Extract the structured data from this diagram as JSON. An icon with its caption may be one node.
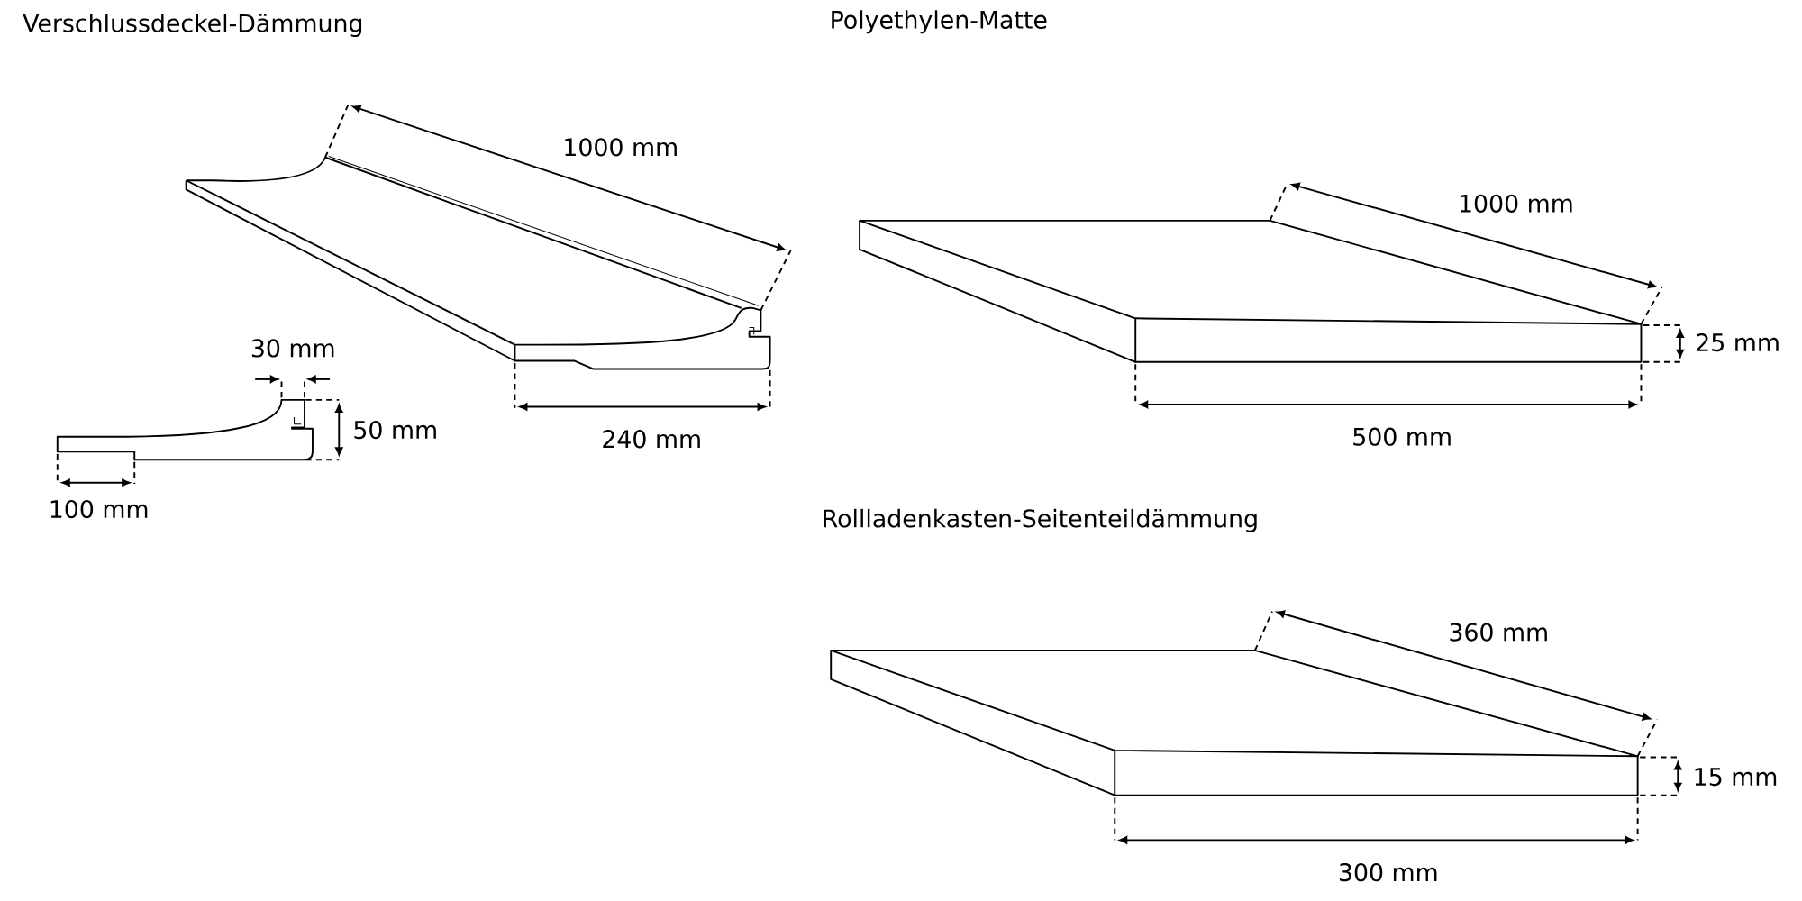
{
  "diagram": {
    "labels": [
      "Verschlussdeckel-Dämmung",
      "Polyethylen-Matte",
      "1000 mm",
      "1000 mm",
      "30 mm",
      "25 mm",
      "50 mm",
      "240 mm",
      "500 mm",
      "100 mm",
      "Rollladenkasten-Seitenteildämmung",
      "360 mm",
      "15 mm",
      "300 mm"
    ]
  }
}
